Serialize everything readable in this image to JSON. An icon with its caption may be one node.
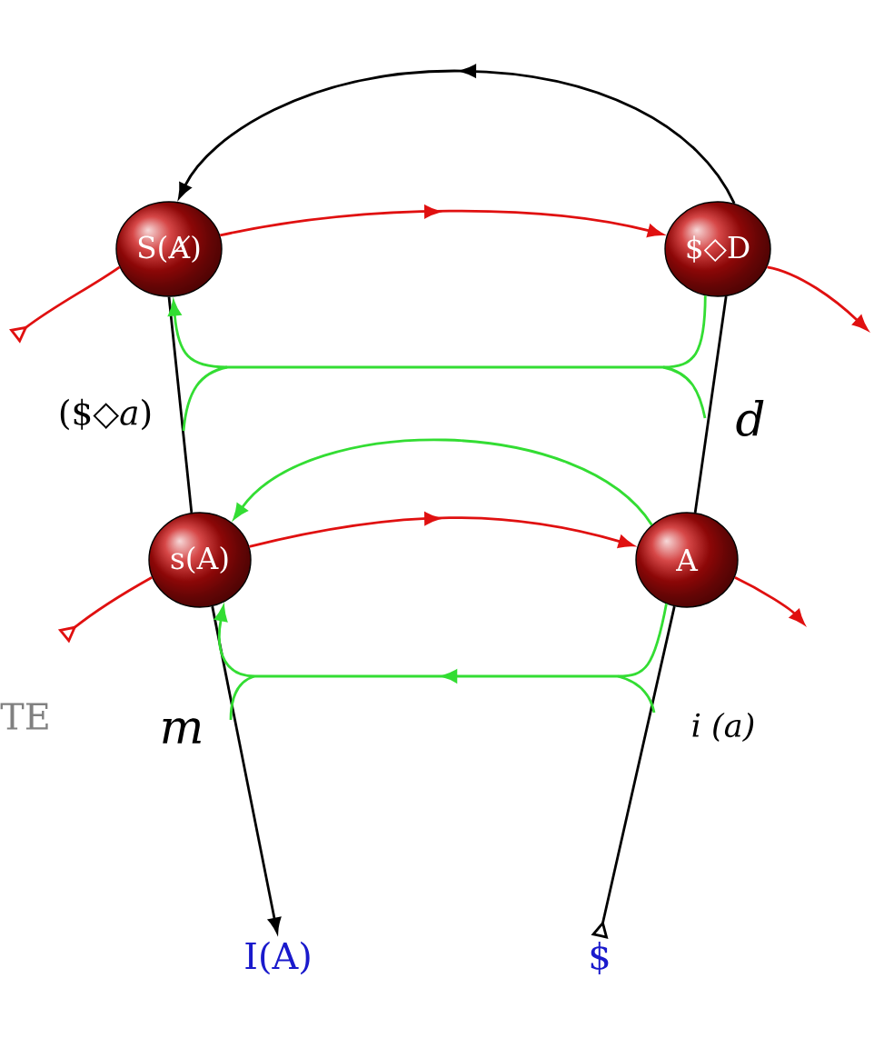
{
  "diagram": {
    "nodes": [
      {
        "text": [
          "S(Ⱥ)"
        ]
      },
      {
        "text": [
          "$◇D"
        ]
      },
      {
        "text": [
          "s(A)"
        ]
      },
      {
        "text": [
          "A"
        ]
      },
      {
        "text": [
          "I(A)"
        ]
      },
      {
        "text": [
          "$"
        ]
      }
    ],
    "edges": [
      {
        "from": null,
        "to": 0,
        "arrow": "other"
      },
      {
        "from": 0,
        "to": 1,
        "arrow": "to"
      },
      {
        "from": 1,
        "to": null,
        "arrow": "to"
      },
      {
        "from": null,
        "to": 2,
        "arrow": "other"
      },
      {
        "from": 2,
        "to": 3,
        "arrow": "to"
      },
      {
        "from": 3,
        "to": null,
        "arrow": "to"
      },
      {
        "from": 1,
        "to": 0,
        "arrow": "to",
        "color": "#000000"
      },
      {
        "from": 0,
        "to": 2,
        "arrow": "none",
        "color": "#000000"
      },
      {
        "from": 2,
        "to": 4,
        "arrow": "to",
        "color": "#000000"
      },
      {
        "from": 5,
        "to": 3,
        "arrow": "other",
        "color": "#000000"
      },
      {
        "from": 3,
        "to": 1,
        "arrow": "none",
        "color": "#000000"
      },
      {
        "from": 1,
        "to": 0,
        "arrow": "to",
        "color": "#33dd33"
      },
      {
        "from": 3,
        "to": 2,
        "arrow": "to",
        "color": "#33dd33"
      },
      {
        "from": 3,
        "to": 2,
        "arrow": "to",
        "color": "#33dd33"
      }
    ],
    "labels": [
      "($◇*a*)",
      "d",
      "m",
      "i (a)",
      "TE"
    ]
  }
}
